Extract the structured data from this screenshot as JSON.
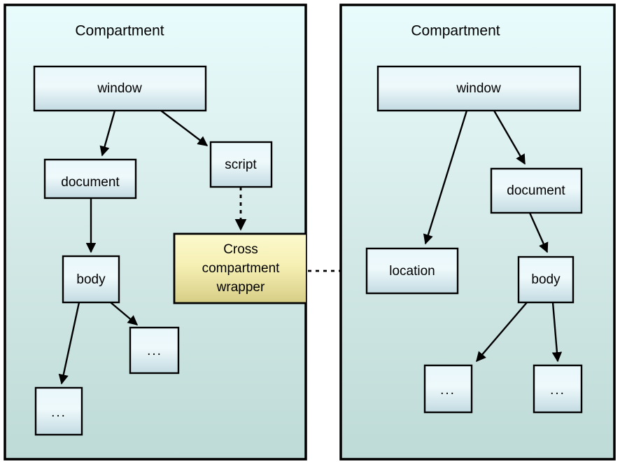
{
  "diagram": {
    "title_left": "Compartment",
    "title_right": "Compartment",
    "colors": {
      "compartment_fill_top": "#e8fbfd",
      "compartment_fill_bottom": "#bfdcd8",
      "compartment_stroke": "#000000",
      "node_fill_top": "#eaf7fb",
      "node_fill_bottom": "#c6dde3",
      "node_stroke": "#000000",
      "wrapper_fill_top": "#fbf8c8",
      "wrapper_fill_bottom": "#d9d08a",
      "wrapper_stroke": "#000000",
      "arrow_color": "#000000",
      "page_background": "#ffffff"
    }
  },
  "left_compartment": {
    "title": "Compartment",
    "nodes": [
      {
        "id": "l-window",
        "label": "window"
      },
      {
        "id": "l-document",
        "label": "document"
      },
      {
        "id": "l-script",
        "label": "script"
      },
      {
        "id": "l-body",
        "label": "body"
      },
      {
        "id": "l-dots-1",
        "label": "..."
      },
      {
        "id": "l-dots-2",
        "label": "..."
      },
      {
        "id": "l-wrapper",
        "label_line_1": "Cross",
        "label_line_2": "compartment",
        "label_line_3": "wrapper"
      }
    ],
    "edges": [
      {
        "from": "window",
        "to": "document",
        "style": "solid"
      },
      {
        "from": "window",
        "to": "script",
        "style": "solid"
      },
      {
        "from": "document",
        "to": "body",
        "style": "solid"
      },
      {
        "from": "body",
        "to": "dots-1",
        "style": "solid"
      },
      {
        "from": "body",
        "to": "dots-2",
        "style": "solid"
      },
      {
        "from": "script",
        "to": "wrapper",
        "style": "dashed"
      }
    ]
  },
  "right_compartment": {
    "title": "Compartment",
    "nodes": [
      {
        "id": "r-window",
        "label": "window"
      },
      {
        "id": "r-document",
        "label": "document"
      },
      {
        "id": "r-location",
        "label": "location"
      },
      {
        "id": "r-body",
        "label": "body"
      },
      {
        "id": "r-dots-1",
        "label": "..."
      },
      {
        "id": "r-dots-2",
        "label": "..."
      }
    ],
    "edges": [
      {
        "from": "window",
        "to": "location",
        "style": "solid"
      },
      {
        "from": "window",
        "to": "document",
        "style": "solid"
      },
      {
        "from": "document",
        "to": "body",
        "style": "solid"
      },
      {
        "from": "body",
        "to": "dots-1",
        "style": "solid"
      },
      {
        "from": "body",
        "to": "dots-2",
        "style": "solid"
      }
    ]
  },
  "cross_edge": {
    "from": "wrapper",
    "to": "location",
    "style": "dashed"
  }
}
